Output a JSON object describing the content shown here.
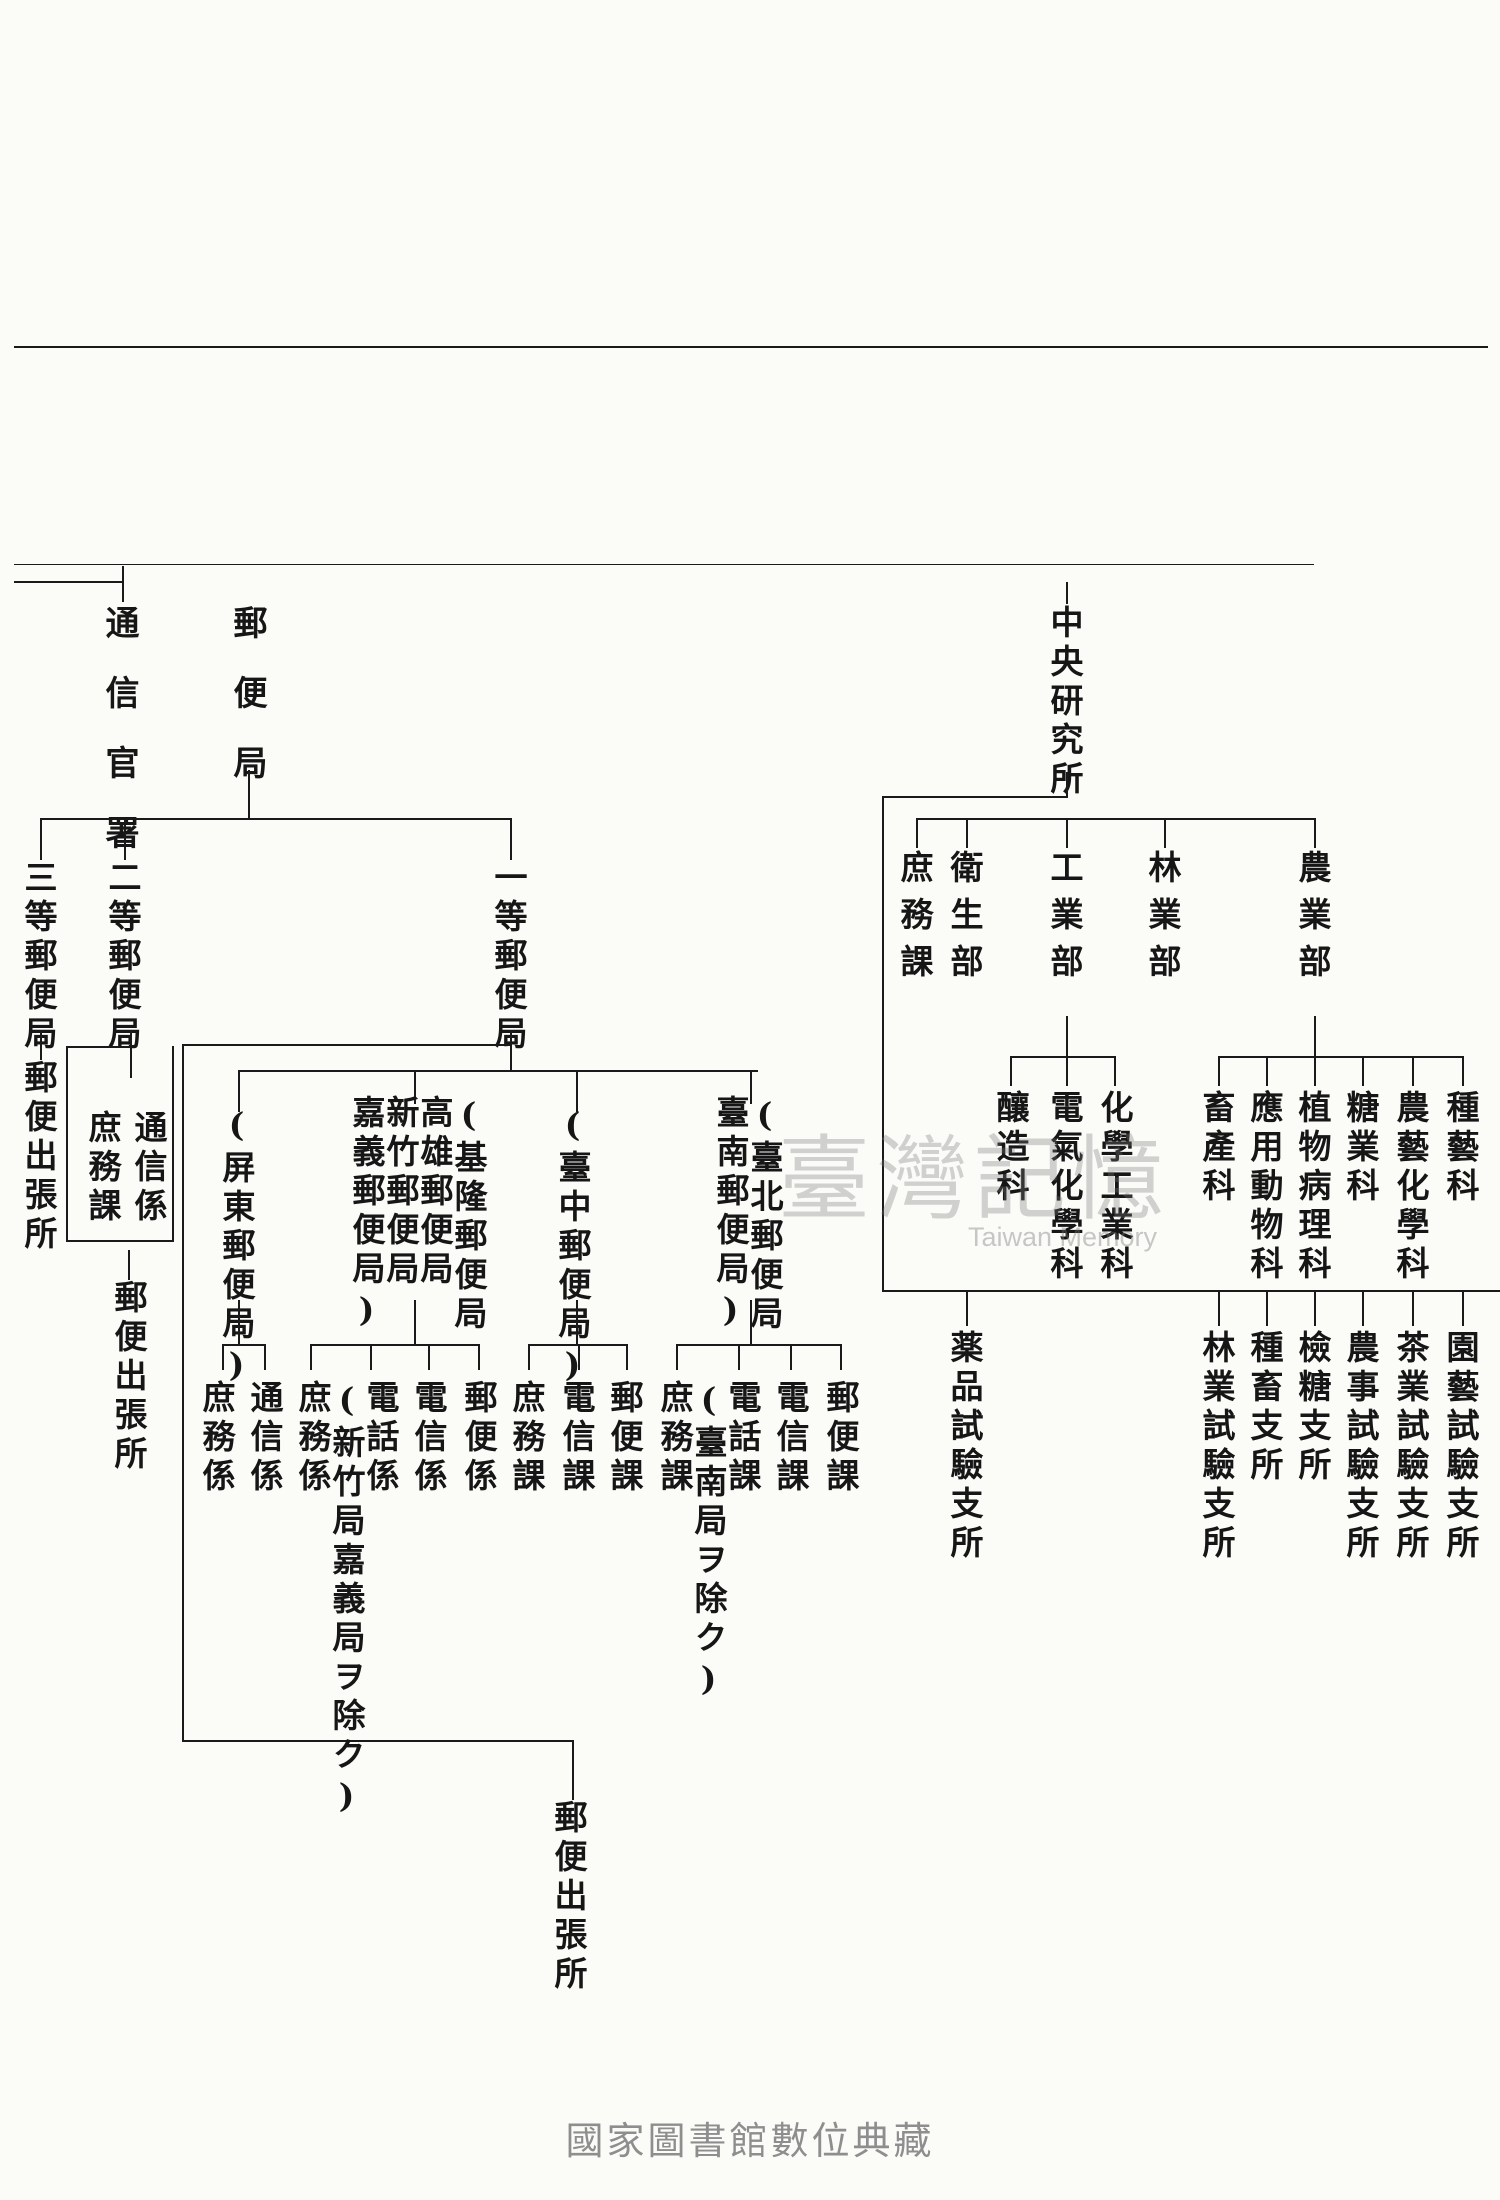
{
  "chart": {
    "post": {
      "tsushin_kansho": "通信官署",
      "yubinkyoku": "郵便局",
      "santo": "三等郵便局",
      "santo_branch": "郵便出張所",
      "nito": "二等郵便局",
      "nito_shomu": "庶務課",
      "nito_tsushin": "通信係",
      "nito_branch": "郵便出張所",
      "itto": "一等郵便局",
      "itto_branch": "郵便出張所",
      "pingtung": "(屏東郵便局)",
      "pingtung_shomu": "庶務係",
      "pingtung_tsushin": "通信係",
      "group_a1": "(基隆郵便局",
      "group_a2": "高雄郵便局",
      "group_a3": "新竹郵便局",
      "group_a4": "嘉義郵便局)",
      "group_a_shomu": "庶務係",
      "group_a_denwa": "電話係",
      "group_a_denwa_note": "(新竹局嘉義局ヲ除ク)",
      "group_a_denshin": "電信係",
      "group_a_yubin": "郵便係",
      "taichung": "(臺中郵便局)",
      "taichung_shomu": "庶務課",
      "taichung_denshin": "電信課",
      "taichung_yubin": "郵便課",
      "group_b1": "(臺北郵便局",
      "group_b2": "臺南郵便局)",
      "group_b_shomu": "庶務課",
      "group_b_denwa": "電話課",
      "group_b_denwa_note": "(臺南局ヲ除ク)",
      "group_b_denshin": "電信課",
      "group_b_yubin": "郵便課"
    },
    "research": {
      "root": "中央研究所",
      "shomu": "庶務課",
      "eisei": "衛生部",
      "kogyo": "工業部",
      "ringyo": "林業部",
      "nogyo": "農業部",
      "yakuhin": "薬品試驗支所",
      "jozo": "釀造科",
      "denki": "電氣化學科",
      "kagaku": "化學工業科",
      "chikusan": "畜產科",
      "oyo": "應用動物科",
      "shokubutsu": "植物病理科",
      "togyo": "糖業科",
      "nogei": "農藝化學科",
      "shugei": "種藝科",
      "ringyo_shi": "林業試驗支所",
      "shuchiku_shi": "種畜支所",
      "kento_shi": "檢糖支所",
      "noji_shi": "農事試驗支所",
      "chagyo_shi": "茶業試驗支所",
      "engei_shi": "園藝試驗支所"
    }
  },
  "watermark": {
    "text": "臺灣記憶",
    "subtitle": "Taiwan Memory"
  },
  "footer": "國家圖書館數位典藏"
}
